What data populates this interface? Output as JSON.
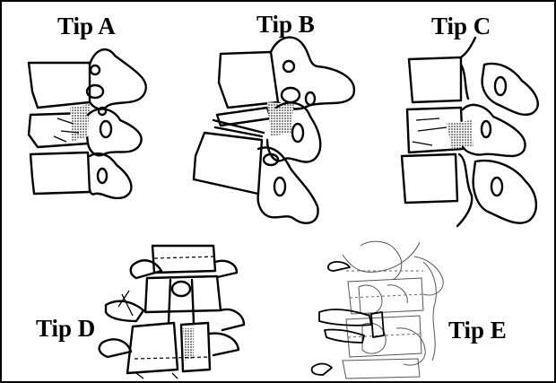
{
  "panels": [
    {
      "id": "a",
      "label": "Tip A"
    },
    {
      "id": "b",
      "label": "Tip B"
    },
    {
      "id": "c",
      "label": "Tip C"
    },
    {
      "id": "d",
      "label": "Tip D"
    },
    {
      "id": "e",
      "label": "Tip E"
    }
  ],
  "colors": {
    "ink": "#000000",
    "background": "#ffffff"
  }
}
